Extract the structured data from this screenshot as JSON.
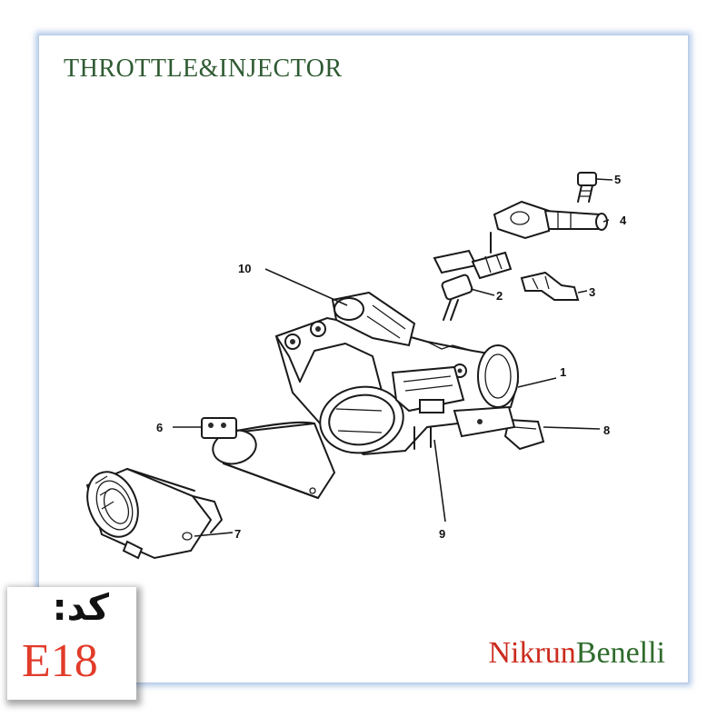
{
  "title": "THROTTLE&INJECTOR",
  "callouts": [
    "1",
    "2",
    "3",
    "4",
    "5",
    "6",
    "7",
    "8",
    "9",
    "10"
  ],
  "code": {
    "label": "کد:",
    "value": "E18"
  },
  "brand": {
    "part1": "Nikrun",
    "part2": "Benelli"
  },
  "colors": {
    "title": "#2f5a32",
    "code_value": "#e23b2a",
    "brand_red": "#cc2a1c",
    "brand_green": "#2f6b2c",
    "frame_glow": "#78a0d7"
  }
}
